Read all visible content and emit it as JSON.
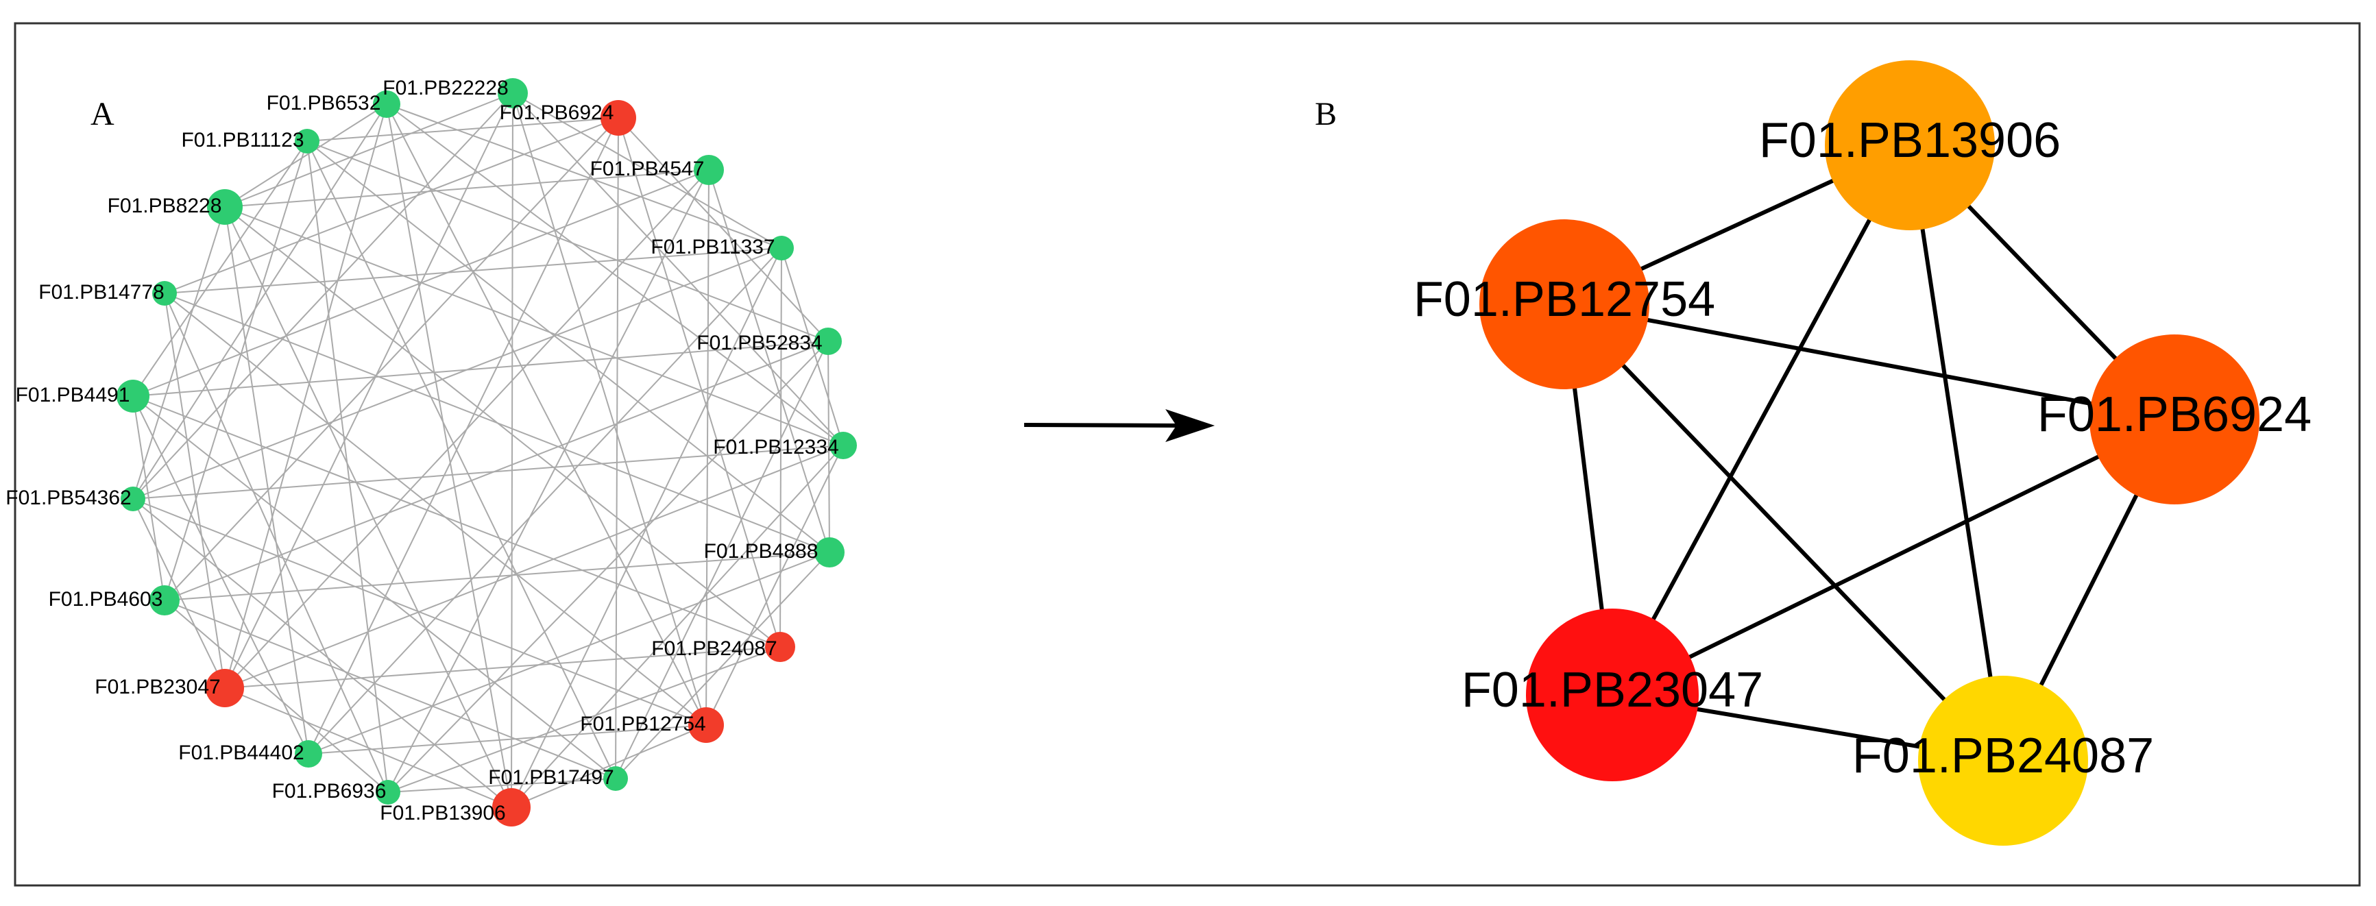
{
  "panels": [
    {
      "letter": "A"
    },
    {
      "letter": "B"
    }
  ],
  "network_a": {
    "edge_color": "#aaaaaa",
    "nodes": [
      {
        "id": "F01.PB22228",
        "color": "#2ecc71"
      },
      {
        "id": "F01.PB6924",
        "color": "#f23c2a"
      },
      {
        "id": "F01.PB4547",
        "color": "#2ecc71"
      },
      {
        "id": "F01.PB11337",
        "color": "#2ecc71"
      },
      {
        "id": "F01.PB52834",
        "color": "#2ecc71"
      },
      {
        "id": "F01.PB12334",
        "color": "#2ecc71"
      },
      {
        "id": "F01.PB4888",
        "color": "#2ecc71"
      },
      {
        "id": "F01.PB24087",
        "color": "#f23c2a"
      },
      {
        "id": "F01.PB12754",
        "color": "#f23c2a"
      },
      {
        "id": "F01.PB17497",
        "color": "#2ecc71"
      },
      {
        "id": "F01.PB13906",
        "color": "#f23c2a"
      },
      {
        "id": "F01.PB6936",
        "color": "#2ecc71"
      },
      {
        "id": "F01.PB44402",
        "color": "#2ecc71"
      },
      {
        "id": "F01.PB23047",
        "color": "#f23c2a"
      },
      {
        "id": "F01.PB4603",
        "color": "#2ecc71"
      },
      {
        "id": "F01.PB54362",
        "color": "#2ecc71"
      },
      {
        "id": "F01.PB4491",
        "color": "#2ecc71"
      },
      {
        "id": "F01.PB14778",
        "color": "#2ecc71"
      },
      {
        "id": "F01.PB8228",
        "color": "#2ecc71"
      },
      {
        "id": "F01.PB11123",
        "color": "#2ecc71"
      },
      {
        "id": "F01.PB6532",
        "color": "#2ecc71"
      }
    ]
  },
  "network_b": {
    "edge_color": "#000000",
    "nodes": [
      {
        "id": "F01.PB13906",
        "color": "#ff9e00"
      },
      {
        "id": "F01.PB12754",
        "color": "#ff5500"
      },
      {
        "id": "F01.PB6924",
        "color": "#ff5500"
      },
      {
        "id": "F01.PB23047",
        "color": "#ff1010"
      },
      {
        "id": "F01.PB24087",
        "color": "#ffd700"
      }
    ],
    "edges": [
      [
        "F01.PB13906",
        "F01.PB12754"
      ],
      [
        "F01.PB13906",
        "F01.PB6924"
      ],
      [
        "F01.PB13906",
        "F01.PB23047"
      ],
      [
        "F01.PB13906",
        "F01.PB24087"
      ],
      [
        "F01.PB12754",
        "F01.PB6924"
      ],
      [
        "F01.PB12754",
        "F01.PB23047"
      ],
      [
        "F01.PB12754",
        "F01.PB24087"
      ],
      [
        "F01.PB6924",
        "F01.PB23047"
      ],
      [
        "F01.PB6924",
        "F01.PB24087"
      ],
      [
        "F01.PB23047",
        "F01.PB24087"
      ]
    ]
  }
}
